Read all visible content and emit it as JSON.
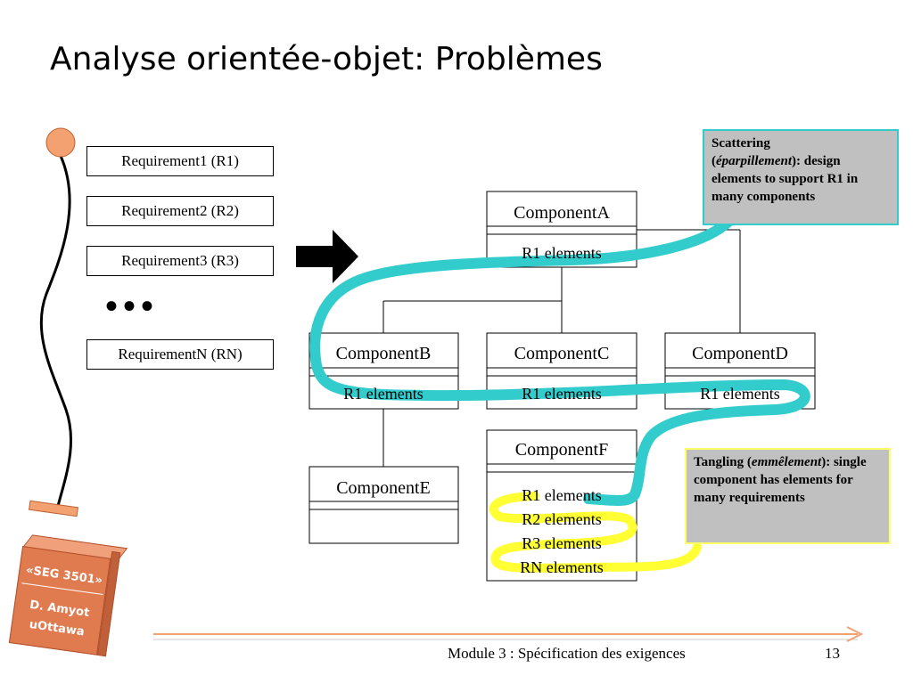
{
  "slide": {
    "title": "Analyse orientée-objet: Problèmes"
  },
  "requirements": [
    {
      "label": "Requirement1 (R1)"
    },
    {
      "label": "Requirement2 (R2)"
    },
    {
      "label": "Requirement3 (R3)"
    },
    {
      "label": "RequirementN (RN)"
    }
  ],
  "ellipsis": "•••",
  "components": {
    "a": {
      "name": "ComponentA",
      "elements": [
        "R1 elements"
      ]
    },
    "b": {
      "name": "ComponentB",
      "elements": [
        "R1 elements"
      ]
    },
    "c": {
      "name": "ComponentC",
      "elements": [
        "R1 elements"
      ]
    },
    "d": {
      "name": "ComponentD",
      "elements": [
        "R1 elements"
      ]
    },
    "e": {
      "name": "ComponentE",
      "elements": []
    },
    "f": {
      "name": "ComponentF",
      "elements": [
        "R1 elements",
        "R2 elements",
        "R3 elements",
        "RN elements"
      ]
    }
  },
  "notes": {
    "scattering": {
      "term": "Scattering",
      "translation": "éparpillement",
      "rest": ": design elements to support R1 in many components"
    },
    "tangling": {
      "term": "Tangling",
      "translation": "emmêlement",
      "rest": ": single component has elements for many requirements"
    }
  },
  "badge": {
    "course": "«SEG 3501»",
    "author": "D. Amyot",
    "school": "uOttawa"
  },
  "footer": {
    "module": "Module 3 : Spécification des exigences",
    "page": "13"
  },
  "colors": {
    "scattering_highlight": "#33cccc",
    "tangling_highlight": "#ffff33",
    "figure_head": "#f4a172",
    "note_background": "#c0c0c0",
    "scattering_border": "#33cccc",
    "tangling_border": "#ffff66",
    "footer_line": "#f4a172"
  }
}
